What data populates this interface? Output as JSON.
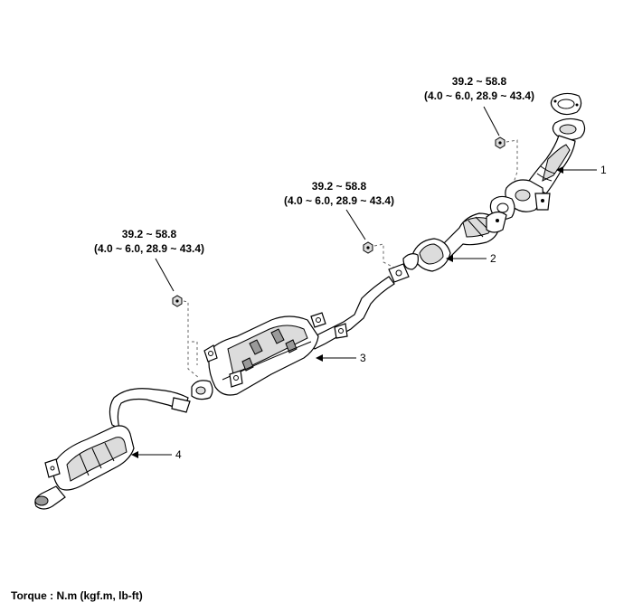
{
  "torque_labels": [
    {
      "value": "39.2 ~ 58.8",
      "alt": "(4.0 ~ 6.0, 28.9 ~ 43.4)"
    },
    {
      "value": "39.2 ~ 58.8",
      "alt": "(4.0 ~ 6.0, 28.9 ~ 43.4)"
    },
    {
      "value": "39.2 ~ 58.8",
      "alt": "(4.0 ~ 6.0, 28.9 ~ 43.4)"
    }
  ],
  "callouts": [
    "1",
    "2",
    "3",
    "4"
  ],
  "footer": "Torque : N.m (kgf.m, lb-ft)"
}
